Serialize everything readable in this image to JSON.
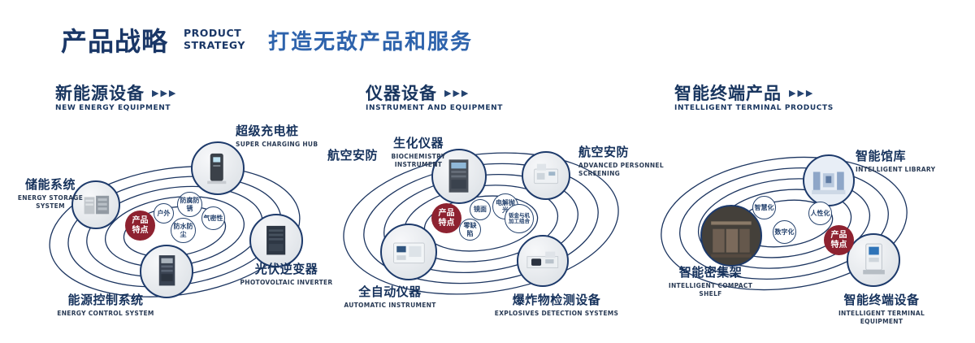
{
  "header": {
    "title": "产品战略",
    "subtitle1": "PRODUCT",
    "subtitle2": "STRATEGY",
    "tagline": "打造无敌产品和服务"
  },
  "sections": [
    {
      "heading": "新能源设备",
      "heading_en": "NEW ENERGY EQUIPMENT",
      "arrows": "▶▶▶",
      "center_badge": "产品特点",
      "features": [
        "户外",
        "防腐防锈",
        "气密性",
        "防水防尘"
      ],
      "products": [
        {
          "zh": "超级充电桩",
          "en": "SUPER CHARGING HUB"
        },
        {
          "zh": "储能系统",
          "en": "ENERGY STORAGE SYSTEM"
        },
        {
          "zh": "光伏逆变器",
          "en": "PHOTOVOLTAIC INVERTER"
        },
        {
          "zh": "能源控制系统",
          "en": "ENERGY CONTROL SYSTEM"
        }
      ]
    },
    {
      "heading": "仪器设备",
      "heading_en": "INSTRUMENT AND EQUIPMENT",
      "arrows": "▶▶▶",
      "center_badge": "产品特点",
      "extra_label": "航空安防",
      "features": [
        "镜面",
        "电解抛光",
        "零缺陷",
        "钣金与机加工组合"
      ],
      "products": [
        {
          "zh": "生化仪器",
          "en": "BIOCHEMISTRY INSTRUMENT"
        },
        {
          "zh": "航空安防",
          "en": "ADVANCED PERSONNEL SCREENING"
        },
        {
          "zh": "全自动仪器",
          "en": "AUTOMATIC INSTRUMENT"
        },
        {
          "zh": "爆炸物检测设备",
          "en": "EXPLOSIVES DETECTION SYSTEMS"
        }
      ]
    },
    {
      "heading": "智能终端产品",
      "heading_en": "INTELLIGENT TERMINAL PRODUCTS",
      "arrows": "▶▶▶",
      "center_badge": "产品特点",
      "features": [
        "智慧化",
        "人性化",
        "数字化"
      ],
      "products": [
        {
          "zh": "智能馆库",
          "en": "INTELLIGENT LIBRARY"
        },
        {
          "zh": "智能密集架",
          "en": "INTELLIGENT COMPACT SHELF"
        },
        {
          "zh": "智能终端设备",
          "en": "INTELLIGENT TERMINAL EQUIPMENT"
        }
      ]
    }
  ],
  "colors": {
    "navy": "#1a3767",
    "blue": "#2e63ac",
    "badge_red": "#8e2230"
  }
}
